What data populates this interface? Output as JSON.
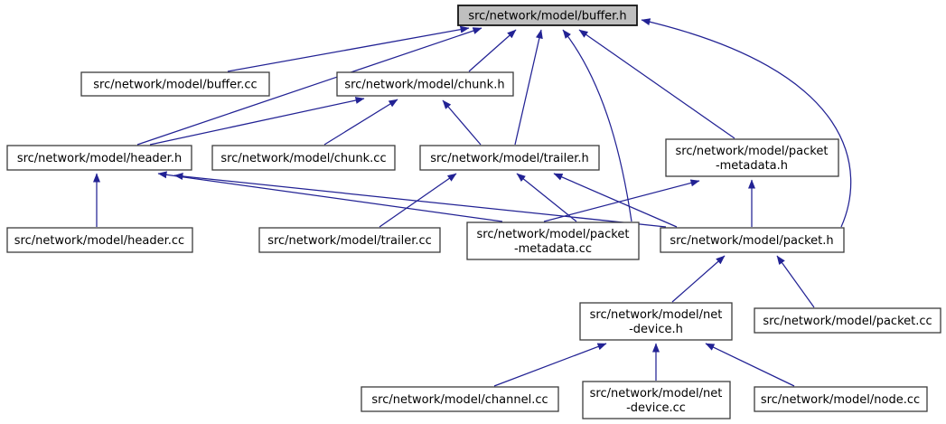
{
  "diagram": {
    "kind": "include-dependency-graph",
    "root": "src/network/model/buffer.h"
  },
  "colors": {
    "edge": "#222294",
    "node_border": "#3c3c3c",
    "node_fill": "#ffffff",
    "highlight_fill": "#bfbfbf",
    "highlight_border": "#141414",
    "text": "#000000",
    "background": "#ffffff"
  },
  "nodes": [
    {
      "id": "buffer-h",
      "label": "src/network/model/buffer.h",
      "highlighted": true
    },
    {
      "id": "buffer-cc",
      "label": "src/network/model/buffer.cc"
    },
    {
      "id": "chunk-h",
      "label": "src/network/model/chunk.h"
    },
    {
      "id": "header-h",
      "label": "src/network/model/header.h"
    },
    {
      "id": "chunk-cc",
      "label": "src/network/model/chunk.cc"
    },
    {
      "id": "trailer-h",
      "label": "src/network/model/trailer.h"
    },
    {
      "id": "packet-metadata-h",
      "label": "src/network/model/packet-metadata.h",
      "lines": [
        "src/network/model/packet",
        "-metadata.h"
      ]
    },
    {
      "id": "header-cc",
      "label": "src/network/model/header.cc"
    },
    {
      "id": "trailer-cc",
      "label": "src/network/model/trailer.cc"
    },
    {
      "id": "packet-metadata-cc",
      "label": "src/network/model/packet-metadata.cc",
      "lines": [
        "src/network/model/packet",
        "-metadata.cc"
      ]
    },
    {
      "id": "packet-h",
      "label": "src/network/model/packet.h"
    },
    {
      "id": "net-device-h",
      "label": "src/network/model/net-device.h",
      "lines": [
        "src/network/model/net",
        "-device.h"
      ]
    },
    {
      "id": "packet-cc",
      "label": "src/network/model/packet.cc"
    },
    {
      "id": "channel-cc",
      "label": "src/network/model/channel.cc"
    },
    {
      "id": "net-device-cc",
      "label": "src/network/model/net-device.cc",
      "lines": [
        "src/network/model/net",
        "-device.cc"
      ]
    },
    {
      "id": "node-cc",
      "label": "src/network/model/node.cc"
    }
  ],
  "edges": [
    {
      "from": "buffer-cc",
      "to": "buffer-h"
    },
    {
      "from": "header-h",
      "to": "buffer-h"
    },
    {
      "from": "chunk-h",
      "to": "buffer-h"
    },
    {
      "from": "trailer-h",
      "to": "buffer-h"
    },
    {
      "from": "packet-metadata-cc",
      "to": "buffer-h"
    },
    {
      "from": "packet-metadata-h",
      "to": "buffer-h"
    },
    {
      "from": "packet-h",
      "to": "buffer-h"
    },
    {
      "from": "header-h",
      "to": "chunk-h"
    },
    {
      "from": "chunk-cc",
      "to": "chunk-h"
    },
    {
      "from": "trailer-h",
      "to": "chunk-h"
    },
    {
      "from": "header-cc",
      "to": "header-h"
    },
    {
      "from": "packet-h",
      "to": "header-h"
    },
    {
      "from": "packet-metadata-cc",
      "to": "header-h"
    },
    {
      "from": "trailer-cc",
      "to": "trailer-h"
    },
    {
      "from": "packet-metadata-cc",
      "to": "trailer-h"
    },
    {
      "from": "packet-h",
      "to": "trailer-h"
    },
    {
      "from": "packet-metadata-cc",
      "to": "packet-metadata-h"
    },
    {
      "from": "packet-h",
      "to": "packet-metadata-h"
    },
    {
      "from": "net-device-h",
      "to": "packet-h"
    },
    {
      "from": "packet-cc",
      "to": "packet-h"
    },
    {
      "from": "channel-cc",
      "to": "net-device-h"
    },
    {
      "from": "net-device-cc",
      "to": "net-device-h"
    },
    {
      "from": "node-cc",
      "to": "net-device-h"
    }
  ]
}
